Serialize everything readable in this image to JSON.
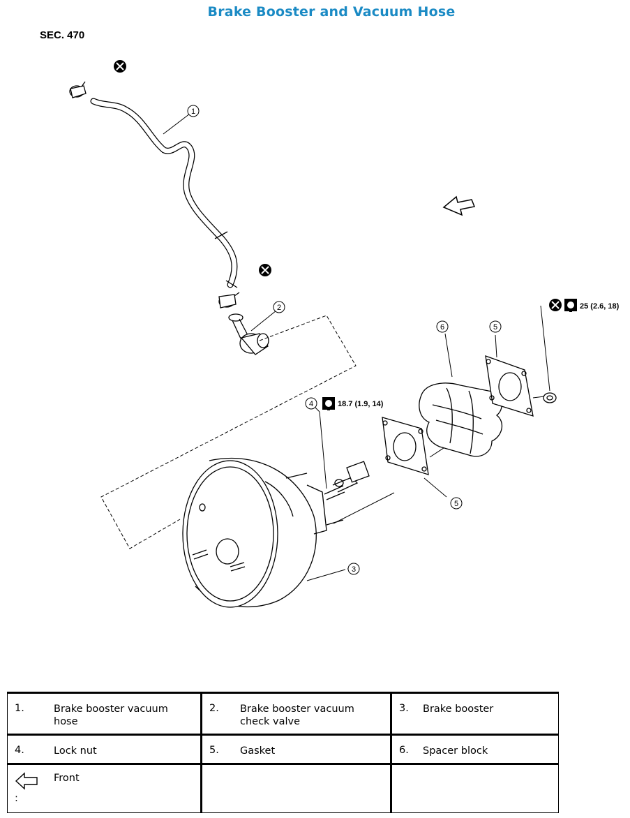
{
  "title": "Brake Booster and Vacuum Hose",
  "section": "SEC. 470",
  "callouts": {
    "c1": "1",
    "c2": "2",
    "c3": "3",
    "c4": "4",
    "c5a": "5",
    "c5b": "5",
    "c6": "6"
  },
  "torques": {
    "lock_nut": "18.7 (1.9, 14)",
    "gasket_nut": "25 (2.6, 18)"
  },
  "legend": {
    "rows": [
      [
        {
          "num": "1.",
          "label": "Brake booster vacuum hose"
        },
        {
          "num": "2.",
          "label": "Brake booster vacuum check valve"
        },
        {
          "num": "3.",
          "label": "Brake booster"
        }
      ],
      [
        {
          "num": "4.",
          "label": "Lock nut"
        },
        {
          "num": "5.",
          "label": "Gasket"
        },
        {
          "num": "6.",
          "label": "Spacer block"
        }
      ]
    ],
    "front_colon": ":",
    "front_label": "Front"
  }
}
